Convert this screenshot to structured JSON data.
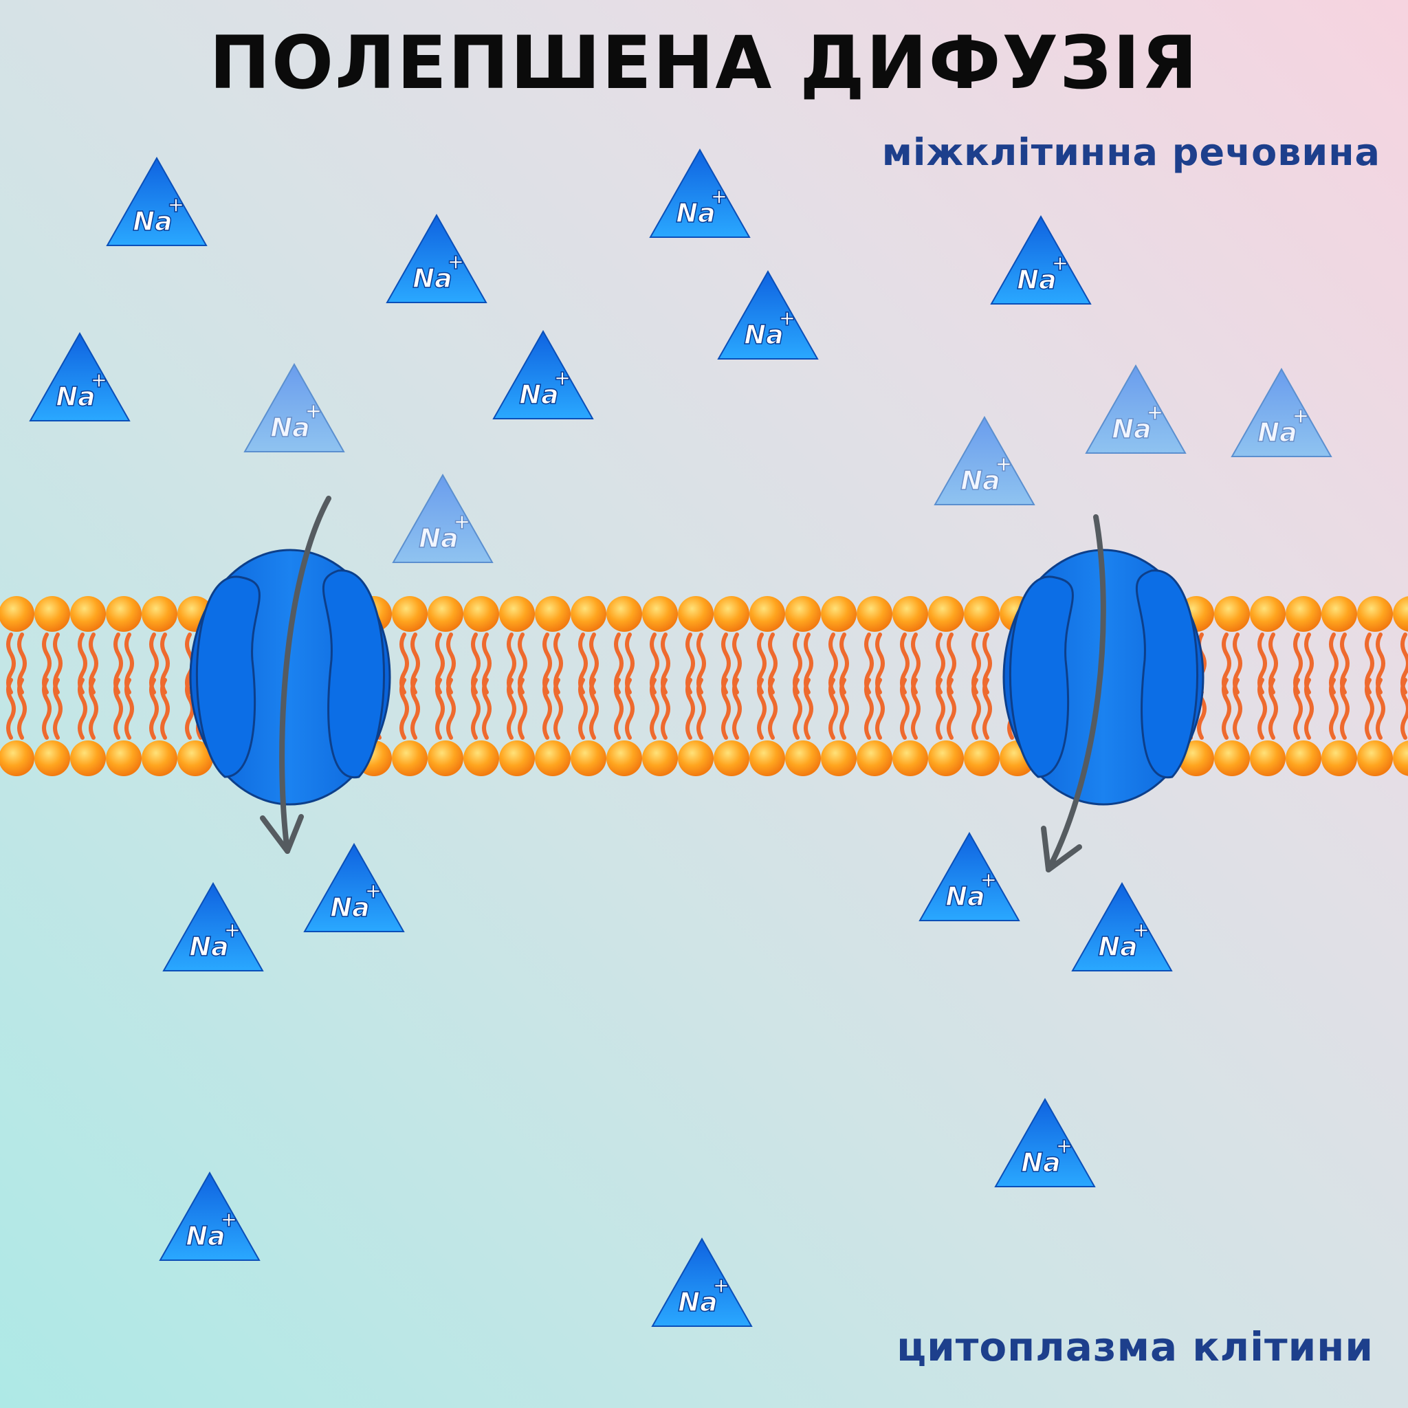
{
  "title": "ПОЛЕПШЕНА ДИФУЗІЯ",
  "labels": {
    "extracellular": "міжклітинна речовина",
    "cytoplasm": "цитоплазма клітини"
  },
  "ion": {
    "symbol": "Na",
    "charge": "+"
  },
  "colors": {
    "ion_fill": "#1a8ff0",
    "ion_fill_faded": "#7fb6ec",
    "protein": "#0f74e6",
    "protein_dark": "#0a5fd0",
    "head": "#ff9c1a",
    "tail": "#ee6a2e",
    "arrow": "#555b60",
    "label": "#1d3f8c"
  }
}
